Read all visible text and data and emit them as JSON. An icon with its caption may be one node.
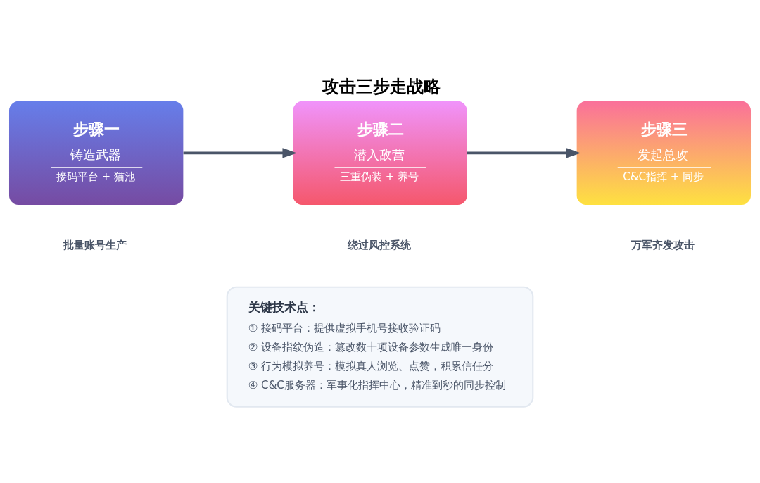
{
  "diagram": {
    "title": "攻击三步走战略",
    "nodes": [
      {
        "text": [
          "步骤一",
          "铸造武器",
          "接码平台 + 猫池"
        ]
      },
      {
        "text": [
          "步骤二",
          "潜入敌营",
          "三重伪装 + 养号"
        ]
      },
      {
        "text": [
          "步骤三",
          "发起总攻",
          "C&C指挥 + 同步"
        ]
      },
      {
        "text": [
          "关键技术点：",
          "① 接码平台：提供虚拟手机号接收验证码",
          "② 设备指纹伪造：篡改数十项设备参数生成唯一身份",
          "③ 行为模拟养号：模拟真人浏览、点赞，积累信任分",
          "④ C&C服务器：军事化指挥中心，精准到秒的同步控制"
        ]
      }
    ],
    "edges": [
      {
        "from": 0,
        "to": 1,
        "arrow": "to"
      },
      {
        "from": 1,
        "to": 2,
        "arrow": "to"
      }
    ],
    "labels": [
      "批量账号生产",
      "绕过风控系统",
      "万军齐发攻击"
    ]
  }
}
